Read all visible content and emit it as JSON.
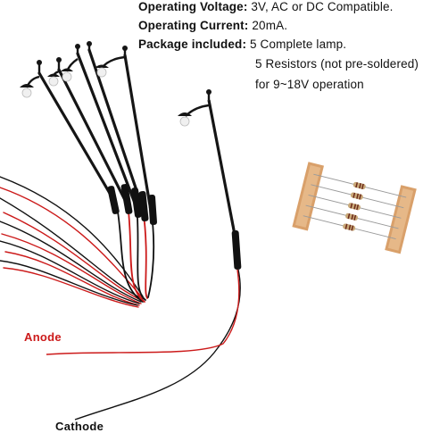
{
  "specs": {
    "voltage_label": "Operating Voltage:",
    "voltage_value": "3V, AC or DC Compatible.",
    "current_label": "Operating Current:",
    "current_value": "20mA.",
    "package_label": "Package included:",
    "package_value_1": "5 Complete lamp.",
    "package_value_2": "5 Resistors (not pre-soldered)",
    "package_value_3": "for 9~18V operation"
  },
  "wire_labels": {
    "anode": "Anode",
    "cathode": "Cathode"
  },
  "colors": {
    "anode_wire": "#cc1a1a",
    "cathode_wire": "#111111",
    "lamp_post": "#151515",
    "resistor_tape": "#d9a06a",
    "resistor_body": "#c8a878",
    "text": "#111111"
  }
}
